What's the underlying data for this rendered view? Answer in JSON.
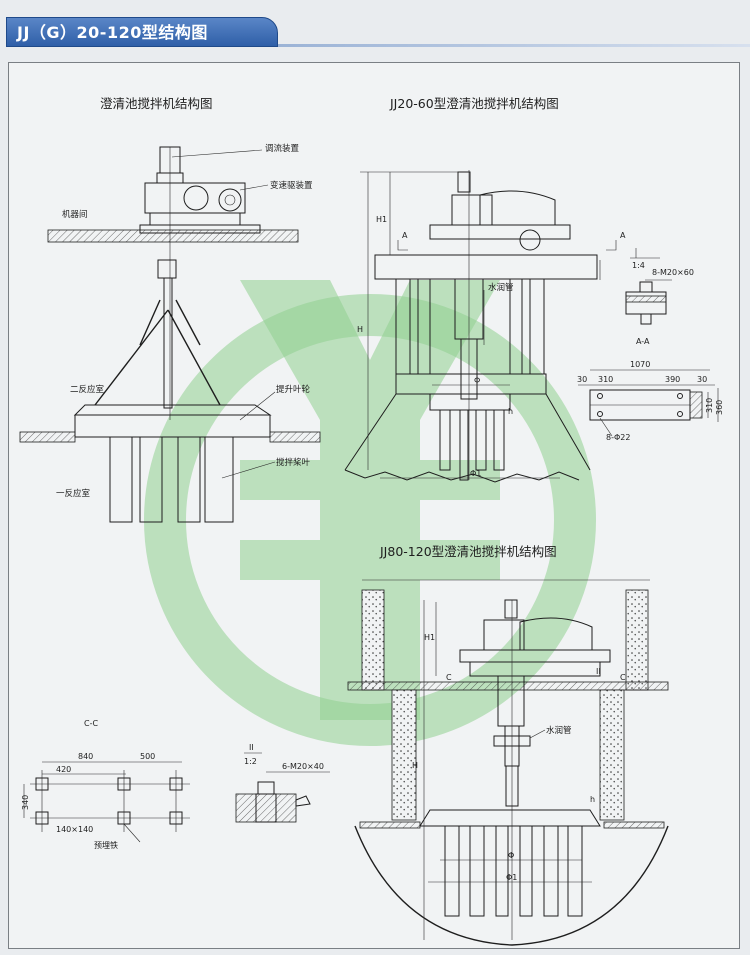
{
  "header": {
    "title": "JJ（G）20-120型结构图"
  },
  "diagrams": {
    "left": {
      "title": "澄清池搅拌机结构图",
      "labels": {
        "flow_device": "调流装置",
        "drive": "变速驱装置",
        "machine_room": "机器间",
        "second_reaction": "二反应室",
        "impeller": "提升叶轮",
        "first_reaction": "一反应室",
        "paddle": "搅拌桨叶"
      }
    },
    "jj2060": {
      "title": "JJ20-60型澄清池搅拌机结构图",
      "labels": {
        "water_pipe": "水润管",
        "h1": "H1",
        "h": "H",
        "h_small": "h",
        "a_left": "A",
        "a_right": "A",
        "phi": "Φ",
        "phi1": "Φ1"
      }
    },
    "detail_aa": {
      "scale": "1:4",
      "bolts": "8-M20×60",
      "section": "A-A",
      "dim_total": "1070",
      "dim_a": "30",
      "dim_b": "310",
      "dim_c": "390",
      "dim_d": "30",
      "dim_v1": "310",
      "dim_v2": "360",
      "holes": "8-Φ22"
    },
    "jj80120": {
      "title": "JJ80-120型澄清池搅拌机结构图",
      "labels": {
        "water_pipe": "水润管",
        "h1": "H1",
        "h": "H",
        "h_small": "h",
        "c_left": "C",
        "c_right": "C",
        "ii": "II",
        "phi": "Φ",
        "phi1": "Φ1"
      }
    },
    "section_cc": {
      "title": "C-C",
      "dim_840": "840",
      "dim_500": "500",
      "dim_420": "420",
      "dim_340": "340",
      "size": "140×140",
      "embedded": "预埋铁"
    },
    "detail_ii": {
      "mark": "II",
      "scale": "1:2",
      "bolts": "6-M20×40"
    }
  }
}
